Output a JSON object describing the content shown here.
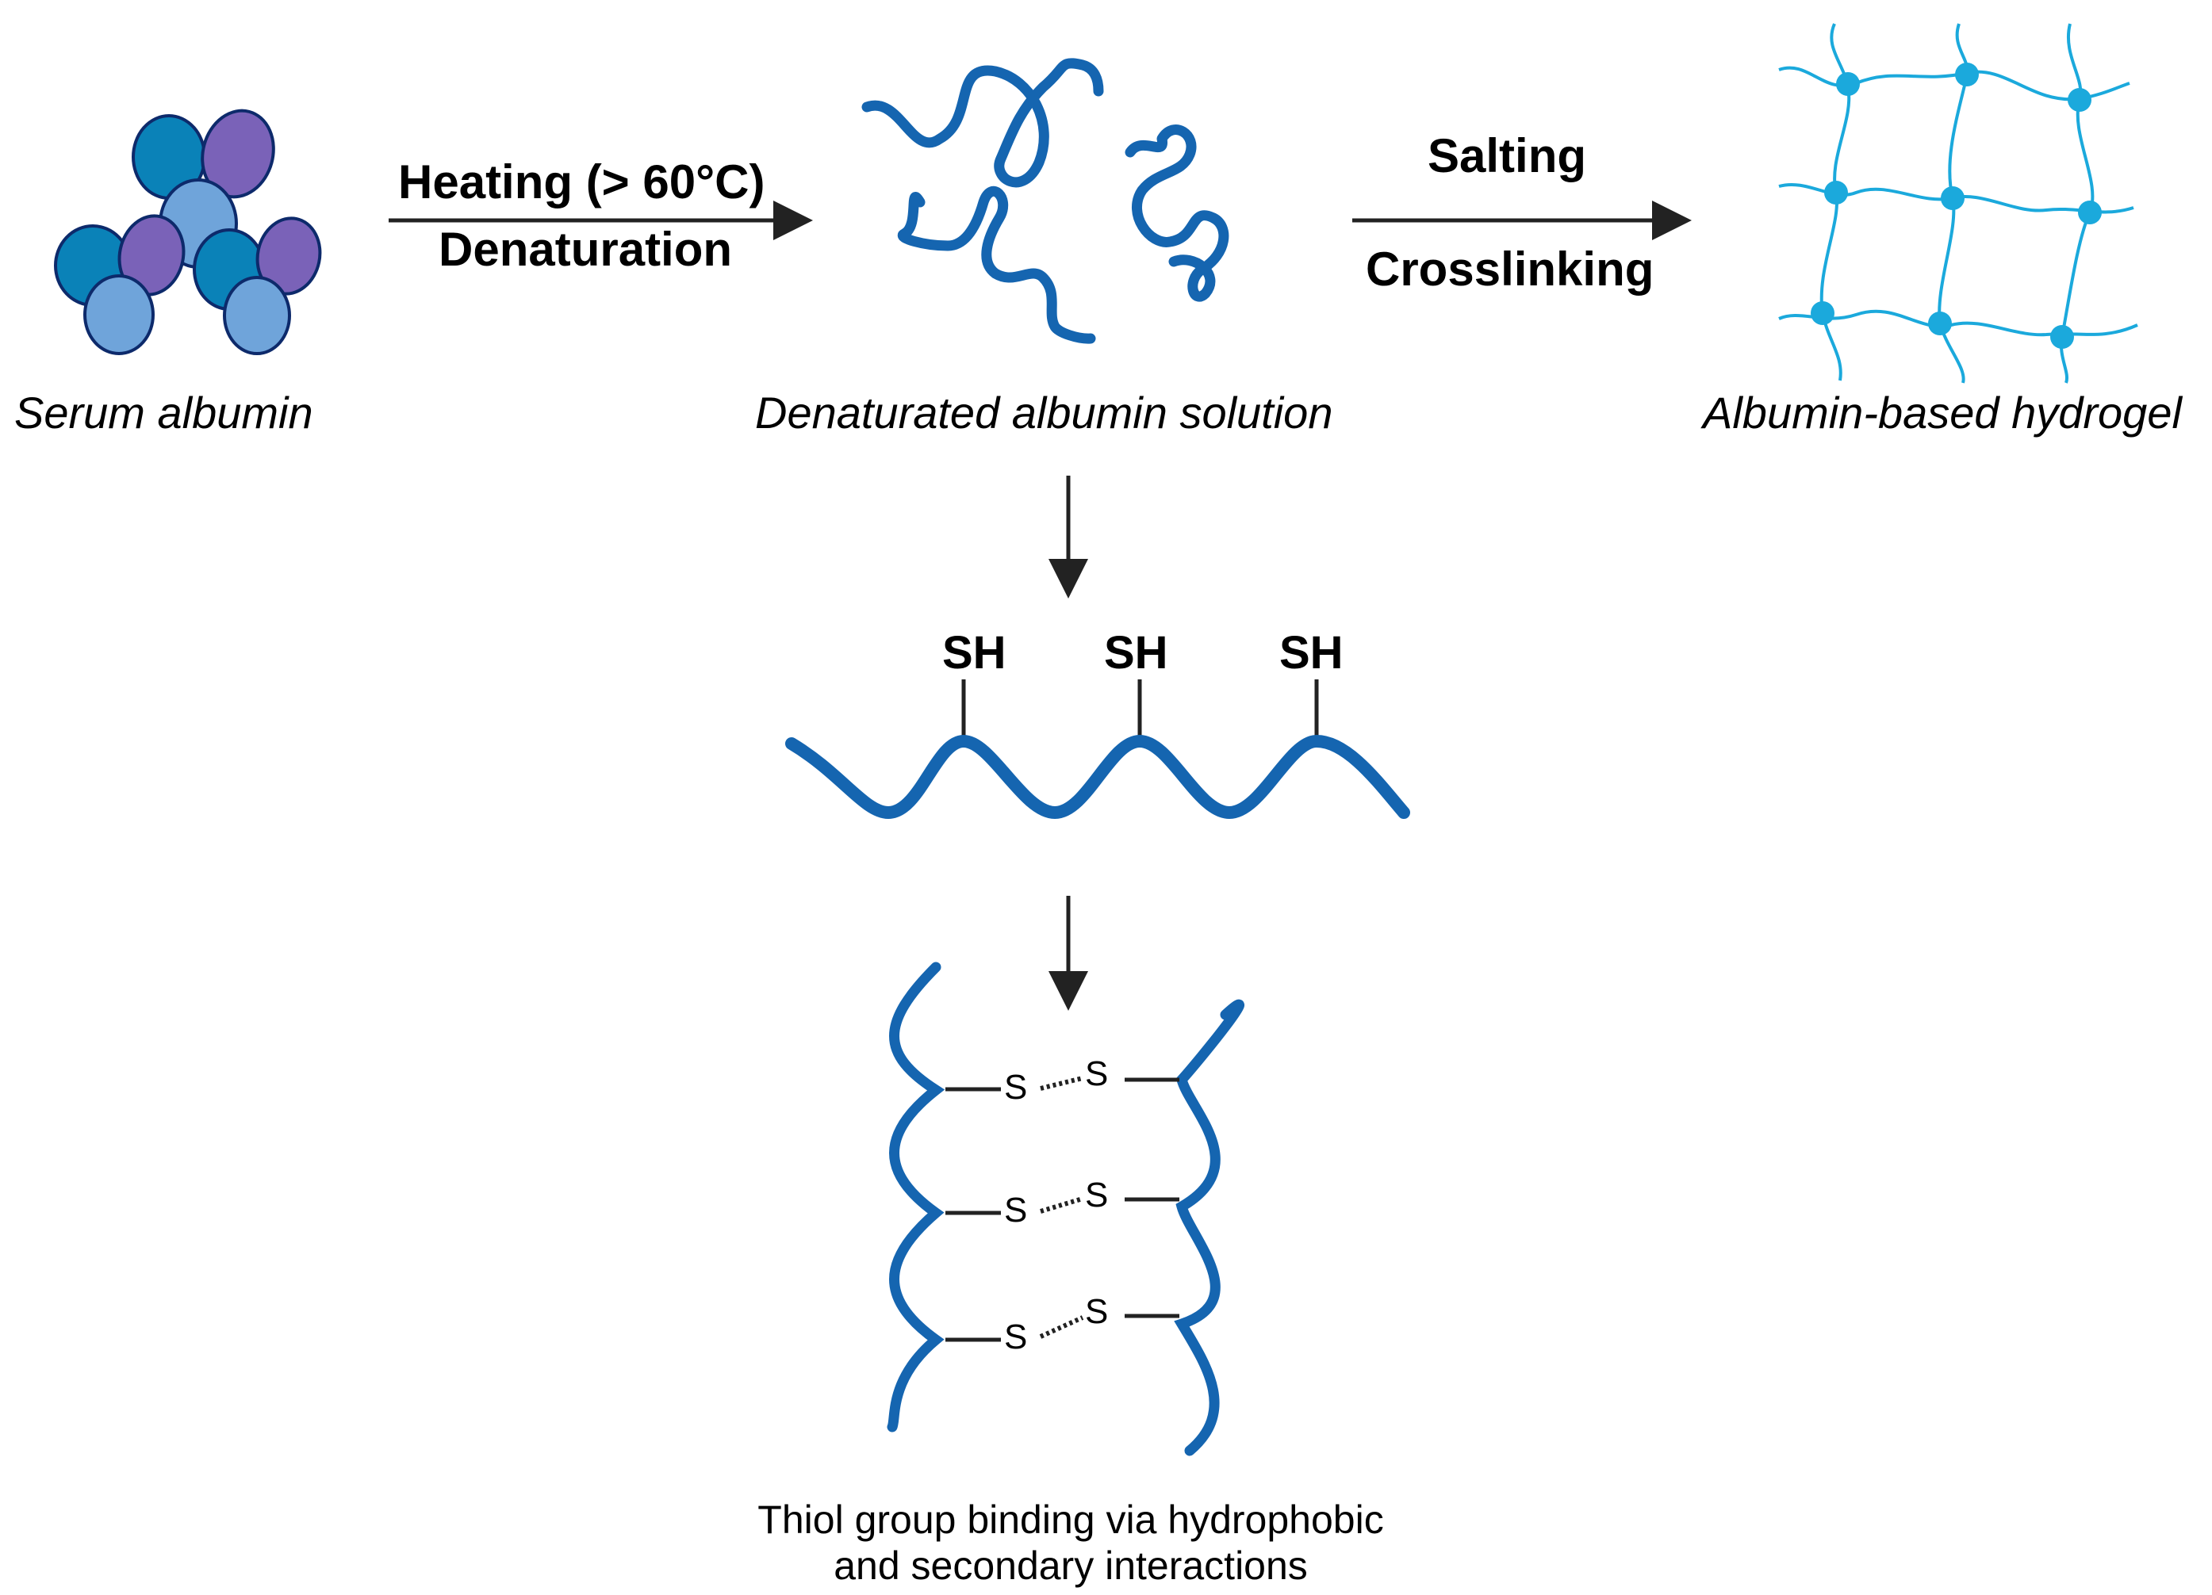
{
  "labels": {
    "serum_albumin": "Serum albumin",
    "denatured_solution": "Denaturated albumin solution",
    "hydrogel": "Albumin-based hydrogel",
    "heating": "Heating (> 60°C)",
    "denaturation": "Denaturation",
    "salting": "Salting",
    "crosslinking": "Crosslinking",
    "thiol": "SH",
    "sulfur": "S",
    "caption_line1": "Thiol group binding via hydrophobic",
    "caption_line2": "and secondary interactions"
  },
  "colors": {
    "protein_dark_blue": "#0a82b8",
    "protein_purple": "#7a62b8",
    "protein_light_blue": "#6fa4da",
    "chain_blue": "#1565b0",
    "network_cyan": "#1ba9dc",
    "arrow": "#222222"
  }
}
